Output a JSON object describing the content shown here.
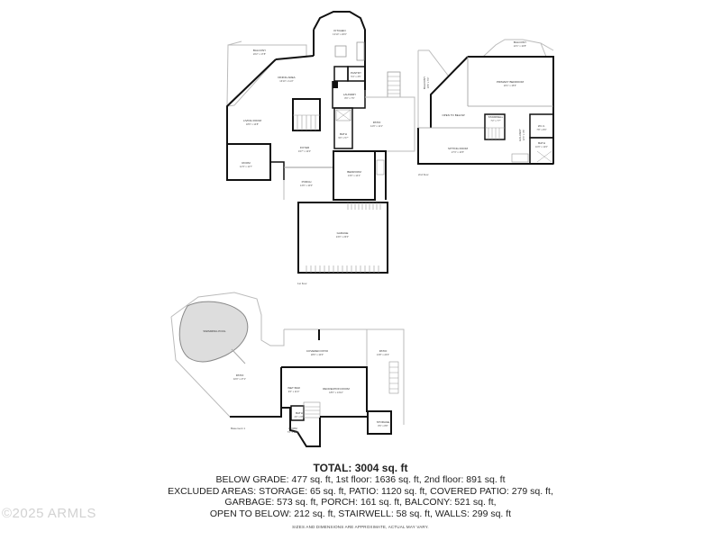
{
  "floor_plans": [
    {
      "name": "1st floor",
      "rooms": [
        {
          "label": "KITCHEN",
          "dims": "13'10\" x 20'0\""
        },
        {
          "label": "BALCONY",
          "dims": "26'2\" x 17'8\""
        },
        {
          "label": "DINING AREA",
          "dims": "16'10\" x 11'2\""
        },
        {
          "label": "PANTRY",
          "dims": "5'4\" x 4'5\""
        },
        {
          "label": "LAUNDRY",
          "dims": "8'0\" x 7'6\""
        },
        {
          "label": "LIVING ROOM",
          "dims": "18'9\" x 14'8\""
        },
        {
          "label": "FOYER",
          "dims": "19'7\" x 12'0\""
        },
        {
          "label": "ROOM",
          "dims": "12'3\" x 11'7\""
        },
        {
          "label": "PORCH",
          "dims": "14'9\" x 10'0\""
        },
        {
          "label": "BEDROOM",
          "dims": "13'0\" x 14'1\""
        },
        {
          "label": "PATIO",
          "dims": "14'0\" x 11'1\""
        },
        {
          "label": "BATH",
          "dims": "9'0\" x 5'7\""
        },
        {
          "label": "GARAGE",
          "dims": "24'0\" x 23'0\""
        }
      ]
    },
    {
      "name": "2nd floor",
      "rooms": [
        {
          "label": "BALCONY",
          "dims": "22'1\" x 10'8\""
        },
        {
          "label": "BALCONY",
          "dims": "19'6\" x 5'0\""
        },
        {
          "label": "PRIMARY BEDROOM",
          "dims": "20'1\" x 15'6\""
        },
        {
          "label": "OPEN TO BELOW",
          "dims": ""
        },
        {
          "label": "STAIRWELL",
          "dims": "7'2\" x 7'7\""
        },
        {
          "label": "HALLWAY",
          "dims": "12'0\" x 3'6\""
        },
        {
          "label": "W.I.C.",
          "dims": "7'8\" x 8'0\""
        },
        {
          "label": "BATH",
          "dims": "10'0\" x 11'0\""
        },
        {
          "label": "SITTING ROOM",
          "dims": "27'3\" x 13'5\""
        }
      ]
    },
    {
      "name": "Basement 1",
      "rooms": [
        {
          "label": "SWIMMING POOL",
          "dims": ""
        },
        {
          "label": "COVERED PATIO",
          "dims": "28'0\" x 10'0\""
        },
        {
          "label": "PATIO",
          "dims": "13'8\" x 24'0\""
        },
        {
          "label": "PATIO",
          "dims": "32'0\" x 27'1\""
        },
        {
          "label": "WET BAR",
          "dims": "9'6\" x 11'0\""
        },
        {
          "label": "RECREATION ROOM",
          "dims": "18'0\" x 14'10\""
        },
        {
          "label": "BATH",
          "dims": "4'0\" x 6'5\""
        },
        {
          "label": "ROOM",
          "dims": "7'2\" x 10'0\""
        },
        {
          "label": "STORAGE",
          "dims": "8'6\" x 8'8\""
        }
      ]
    }
  ],
  "summary": {
    "total": "TOTAL: 3004 sq. ft",
    "lines": [
      "BELOW GRADE: 477 sq. ft, 1st floor: 1636 sq. ft, 2nd floor: 891 sq. ft",
      "EXCLUDED AREAS: STORAGE: 65 sq. ft, PATIO: 1120 sq. ft, COVERED PATIO: 279 sq. ft,",
      "GARBAGE: 573 sq. ft, PORCH: 161 sq. ft, BALCONY: 521 sq. ft,",
      "OPEN TO BELOW: 212 sq. ft, STAIRWELL: 58 sq. ft, WALLS: 299 sq. ft"
    ],
    "disclaimer": "SIZES AND DIMENSIONS ARE APPROXIMATE, ACTUAL MAY VARY."
  },
  "watermark": "©2025 ARMLS"
}
